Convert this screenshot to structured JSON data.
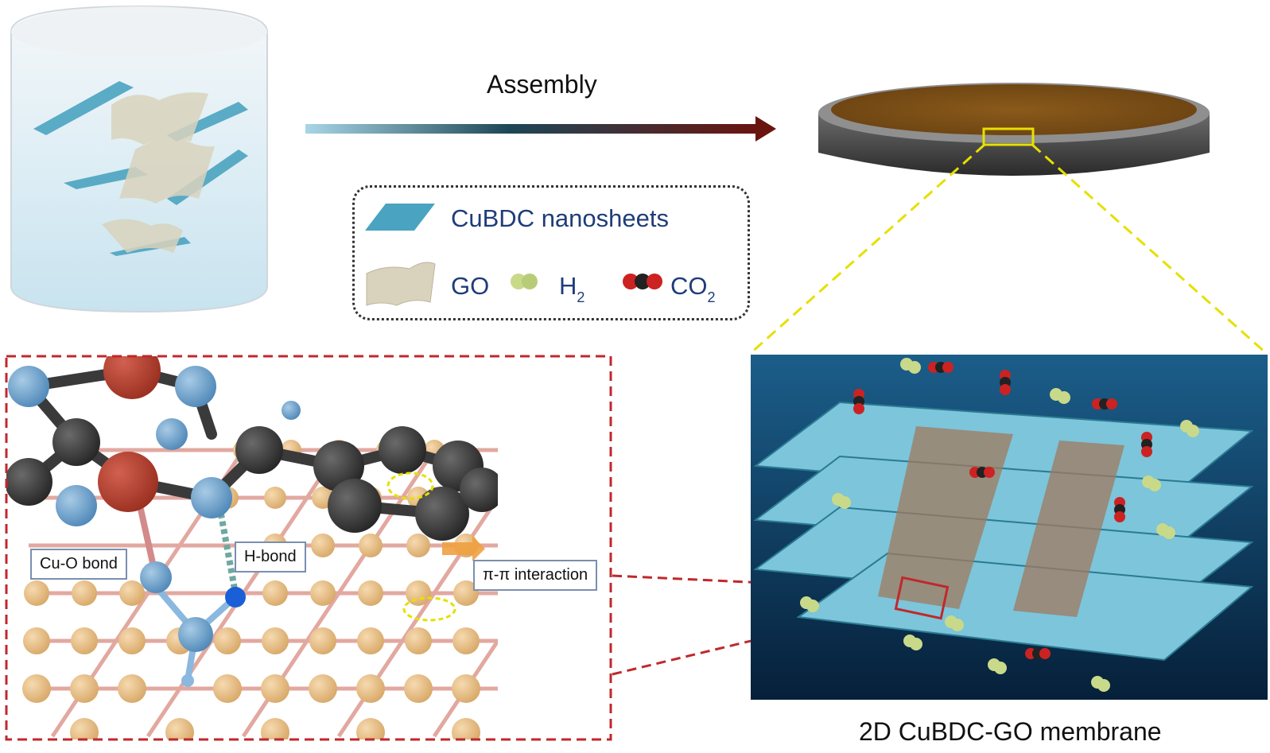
{
  "arrow": {
    "label": "Assembly"
  },
  "legend": {
    "cubdc_label": "CuBDC nanosheets",
    "go_label": "GO",
    "h2_label": "H",
    "h2_sub": "2",
    "co2_label": "CO",
    "co2_sub": "2"
  },
  "callouts": {
    "cu_o": "Cu-O bond",
    "h_bond": "H-bond",
    "pi_pi": "π-π interaction"
  },
  "membrane": {
    "caption": "2D CuBDC-GO membrane"
  },
  "colors": {
    "nanosheet": "#4aa3c0",
    "go_sheet": "#d9d3bd",
    "h2": "#c9d98a",
    "co2_o": "#cc2222",
    "co2_c": "#222222",
    "carbon_atom": "#e8c08a",
    "cu_atom": "#b84535",
    "c_atom_dark": "#3a3a3a",
    "o_atom": "#6fa0c8",
    "highlight_red": "#c0282c",
    "highlight_yellow": "#e6e000",
    "membrane_top": "#8a5a1a"
  }
}
